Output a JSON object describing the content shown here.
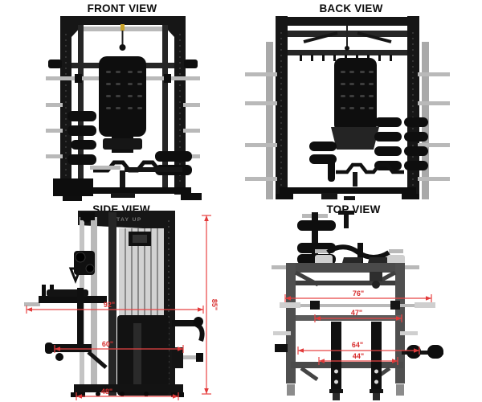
{
  "diagram": {
    "background": "#ffffff",
    "accent_red": "#e23a3a",
    "views": {
      "front": {
        "title": "FRONT VIEW"
      },
      "back": {
        "title": "BACK VIEW"
      },
      "side": {
        "title": "SIDE VIEW",
        "brand": "STAY UP",
        "dimensions": {
          "depth_overall": "92\"",
          "height_overall": "85\"",
          "depth_mid": "60\"",
          "depth_base": "48\""
        }
      },
      "top": {
        "title": "TOP VIEW",
        "dimensions": {
          "bar_length": "76\"",
          "frame_width": "47\"",
          "width_outer": "64\"",
          "width_inner": "44\""
        }
      }
    }
  }
}
